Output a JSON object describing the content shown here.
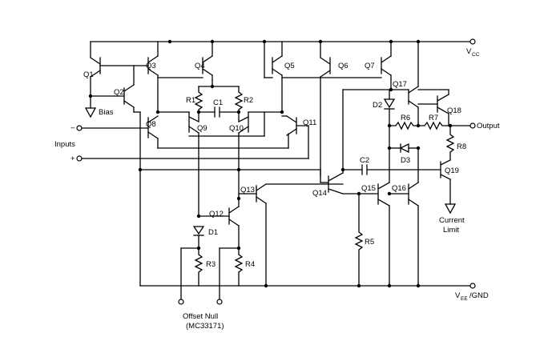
{
  "rails": {
    "vcc": "V",
    "vcc_sub": "CC",
    "vee": "V",
    "vee_sub": "EE",
    "vee_suffix": "/GND"
  },
  "pins": {
    "inputs": "Inputs",
    "minus": "−",
    "plus": "+",
    "output": "Output",
    "bias": "Bias",
    "current_limit_1": "Current",
    "current_limit_2": "Limit",
    "offset_null_1": "Offset Null",
    "offset_null_2": "(MC33171)"
  },
  "transistors": [
    "Q1",
    "Q2",
    "Q3",
    "Q4",
    "Q5",
    "Q6",
    "Q7",
    "Q8",
    "Q9",
    "Q10",
    "Q11",
    "Q12",
    "Q13",
    "Q14",
    "Q15",
    "Q16",
    "Q17",
    "Q18",
    "Q19"
  ],
  "resistors": [
    "R1",
    "R2",
    "R3",
    "R4",
    "R5",
    "R6",
    "R7",
    "R8"
  ],
  "capacitors": [
    "C1",
    "C2"
  ],
  "diodes": [
    "D1",
    "D2",
    "D3"
  ]
}
